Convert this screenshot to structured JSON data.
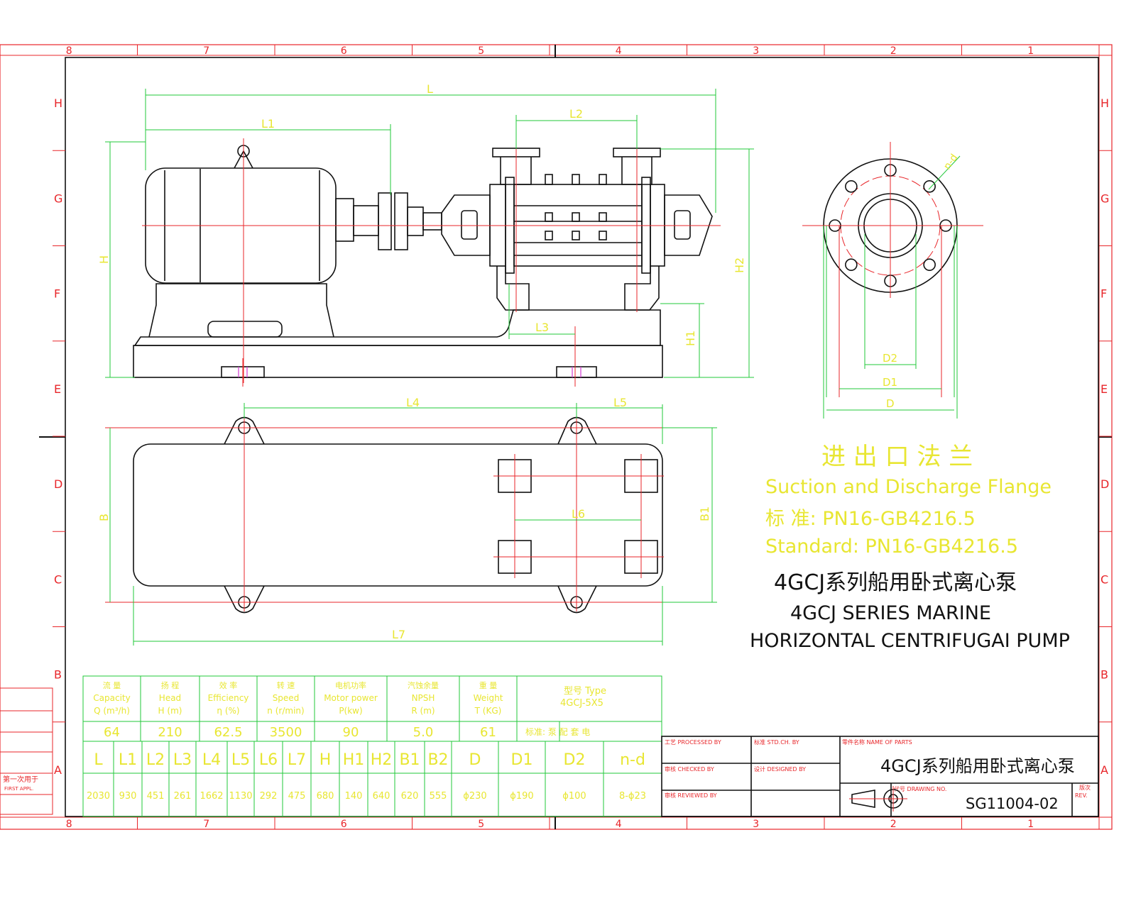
{
  "frame": {
    "col_numbers": [
      "8",
      "7",
      "6",
      "5",
      "4",
      "3",
      "2",
      "1"
    ],
    "row_letters": [
      "H",
      "G",
      "F",
      "E",
      "D",
      "C",
      "B",
      "A"
    ]
  },
  "dims_top": {
    "L": "L",
    "L1": "L1",
    "L2": "L2",
    "L3": "L3",
    "H": "H",
    "H1": "H1",
    "H2": "H2"
  },
  "dims_plan": {
    "L4": "L4",
    "L5": "L5",
    "L6": "L6",
    "L7": "L7",
    "B": "B",
    "B1": "B1"
  },
  "flange": {
    "nd": "n-d",
    "D2": "D2",
    "D1": "D1",
    "D": "D",
    "title_cn": "进 出 口 法 兰",
    "title_en": "Suction and Discharge Flange",
    "std_cn": "标 准:  PN16-GB4216.5",
    "std_en": "Standard: PN16-GB4216.5"
  },
  "pump_title": {
    "cn": "4GCJ系列船用卧式离心泵",
    "en1": "4GCJ SERIES MARINE",
    "en2": "HORIZONTAL CENTRIFUGAI PUMP"
  },
  "spec_table": {
    "headers": [
      {
        "cn": "流 量",
        "en": "Capacity",
        "unit": "Q (m³/h)"
      },
      {
        "cn": "扬 程",
        "en": "Head",
        "unit": "H (m)"
      },
      {
        "cn": "效 率",
        "en": "Efficiency",
        "unit": "η (%)"
      },
      {
        "cn": "转 速",
        "en": "Speed",
        "unit": "n (r/min)"
      },
      {
        "cn": "电机功率",
        "en": "Motor power",
        "unit": "P(kw)"
      },
      {
        "cn": "汽蚀余量",
        "en": "NPSH",
        "unit": "R (m)"
      },
      {
        "cn": "重 量",
        "en": "Weight",
        "unit": "T (KG)"
      }
    ],
    "type_label": "型号 Type",
    "type_value": "4GCJ-5X5",
    "values": [
      "64",
      "210",
      "62.5",
      "3500",
      "90",
      "5.0",
      "61"
    ],
    "std_note": "标准: 泵   配 套 电",
    "dim_headers": [
      "L",
      "L1",
      "L2",
      "L3",
      "L4",
      "L5",
      "L6",
      "L7",
      "H",
      "H1",
      "H2",
      "B1",
      "B2",
      "D",
      "D1",
      "D2",
      "n-d"
    ],
    "dim_values": [
      "2030",
      "930",
      "451",
      "261",
      "1662",
      "1130",
      "292",
      "475",
      "680",
      "140",
      "640",
      "620",
      "555",
      "ϕ230",
      "ϕ190",
      "ϕ100",
      "8-ϕ23"
    ]
  },
  "title_block": {
    "processed": "工艺 PROCESSED BY",
    "std_check": "标准 STD.CH. BY",
    "name_of_parts_label": "零件名称 NAME OF PARTS",
    "checked": "审核 CHECKED BY",
    "designed": "设计 DESIGNED BY",
    "part_name": "4GCJ系列船用卧式离心泵",
    "reviewed": "审核 REVIEWED BY",
    "drawing_no_label": "代号 DRAWING NO.",
    "drawing_no": "SG11004-02",
    "rev_cn": "版次",
    "rev": "REV."
  },
  "side_stamp": {
    "cn": "第一次用于",
    "en": "FIRST APPL."
  }
}
